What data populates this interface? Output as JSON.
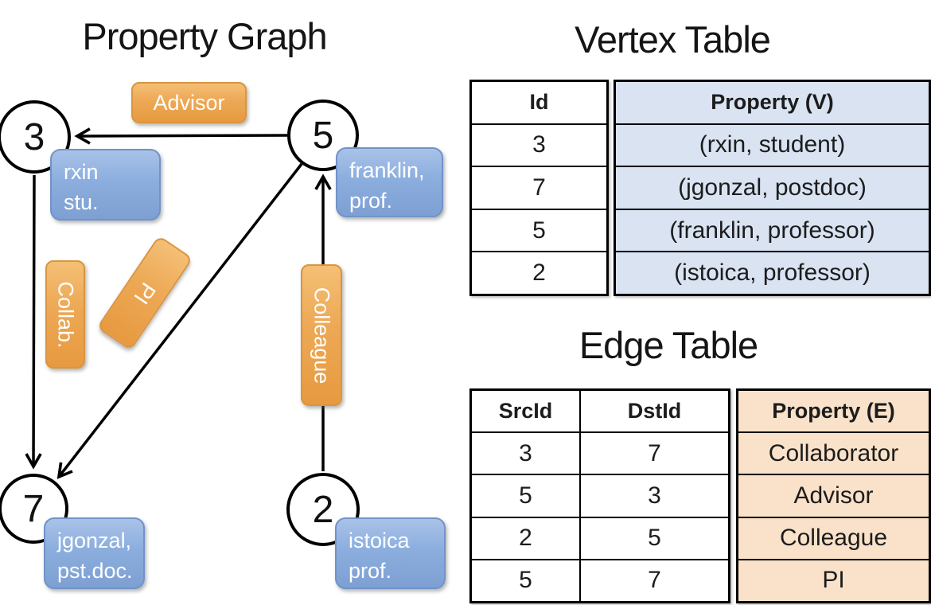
{
  "graph": {
    "title": "Property Graph",
    "nodes": [
      {
        "id": "3",
        "property_lines": [
          "rxin",
          "stu."
        ]
      },
      {
        "id": "5",
        "property_lines": [
          "franklin,",
          "prof."
        ]
      },
      {
        "id": "7",
        "property_lines": [
          "jgonzal,",
          "pst.doc."
        ]
      },
      {
        "id": "2",
        "property_lines": [
          "istoica",
          "prof."
        ]
      }
    ],
    "edge_labels": {
      "advisor": "Advisor",
      "collab": "Collab.",
      "pi": "PI",
      "colleague": "Colleague"
    }
  },
  "vertex_table": {
    "title": "Vertex Table",
    "columns": [
      "Id",
      "Property (V)"
    ],
    "rows": [
      [
        "3",
        "(rxin, student)"
      ],
      [
        "7",
        "(jgonzal, postdoc)"
      ],
      [
        "5",
        "(franklin, professor)"
      ],
      [
        "2",
        "(istoica, professor)"
      ]
    ]
  },
  "edge_table": {
    "title": "Edge Table",
    "columns": [
      "SrcId",
      "DstId",
      "Property (E)"
    ],
    "rows": [
      [
        "3",
        "7",
        "Collaborator"
      ],
      [
        "5",
        "3",
        "Advisor"
      ],
      [
        "2",
        "5",
        "Colleague"
      ],
      [
        "5",
        "7",
        "PI"
      ]
    ]
  },
  "colors": {
    "edge_label_orange": "#ECA250",
    "vertex_label_blue": "#8FACD9",
    "vertex_property_fill": "#D9E3F2",
    "edge_property_fill": "#F9E2C9",
    "line_black": "#000000"
  }
}
